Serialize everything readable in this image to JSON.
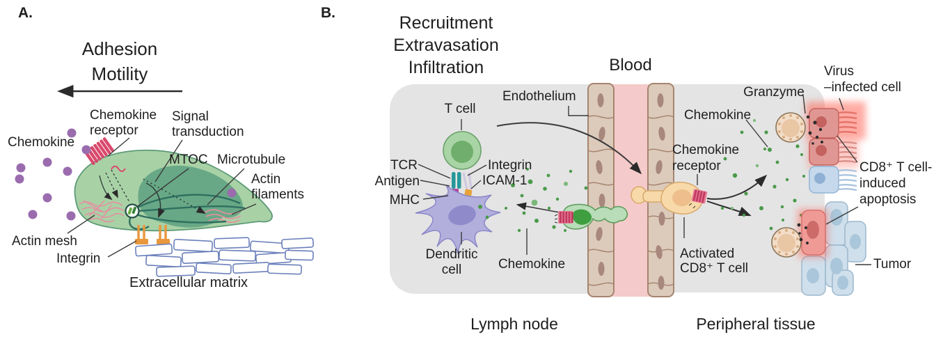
{
  "panelA": {
    "tag": "A.",
    "title": [
      "Adhesion",
      "Motility"
    ],
    "labels": {
      "chemokine_receptor": [
        "Chemokine",
        "receptor"
      ],
      "signal_transduction": [
        "Signal",
        "transduction"
      ],
      "chemokine": "Chemokine",
      "mtoc": "MTOC",
      "microtubule": "Microtubule",
      "actin_filaments": [
        "Actin",
        "filaments"
      ],
      "actin_mesh": "Actin mesh",
      "integrin": "Integrin",
      "extracellular_matrix": "Extracellular matrix"
    }
  },
  "panelB": {
    "tag": "B.",
    "title": [
      "Recruitment",
      "Extravasation",
      "Infiltration"
    ],
    "regions": {
      "blood": "Blood",
      "lymph_node": "Lymph node",
      "peripheral_tissue": "Peripheral tissue"
    },
    "labels": {
      "endothelium": "Endothelium",
      "t_cell": "T cell",
      "tcr": "TCR",
      "antigen": "Antigen",
      "mhc": "MHC",
      "integrin": "Integrin",
      "icam1": "ICAM-1",
      "dendritic_cell": [
        "Dendritic",
        "cell"
      ],
      "chemokine_lymph": "Chemokine",
      "granzyme": "Granzyme",
      "chemokine_tissue": "Chemokine",
      "chemokine_receptor": [
        "Chemokine",
        "receptor"
      ],
      "activated_cd8": [
        "Activated",
        "CD8⁺ T cell"
      ],
      "virus_infected": [
        "Virus",
        "–infected cell"
      ],
      "cd8_apoptosis": [
        "CD8⁺ T cell-",
        "induced",
        "apoptosis"
      ],
      "tumor": "Tumor"
    }
  },
  "colors": {
    "text": "#1e1e1e",
    "cell_green": "#a9d1a6",
    "cell_green_dark": "#68a886",
    "migrating_nucleus_green": "#3f9e3f",
    "receptor_pink": "#d9496d",
    "chemokine_purple": "#9a6cae",
    "chemokine_green": "#4a9a4a",
    "integrin_orange": "#e8973c",
    "ecm_blue": "#6b80bb",
    "gray_region": "#e4e4e4",
    "blood_pink": "#f5caca",
    "endothelium_tan": "#dccaba",
    "endothelium_nucleus": "#a8887c",
    "dendritic_purple": "#b2afdd",
    "cd8_orange": "#f8d9a9",
    "infected_red": "#e09793",
    "tumor_blue": "#cfdfeb",
    "apoptotic_red": "#f09a96",
    "granzyme_black": "#2b2b2b"
  }
}
